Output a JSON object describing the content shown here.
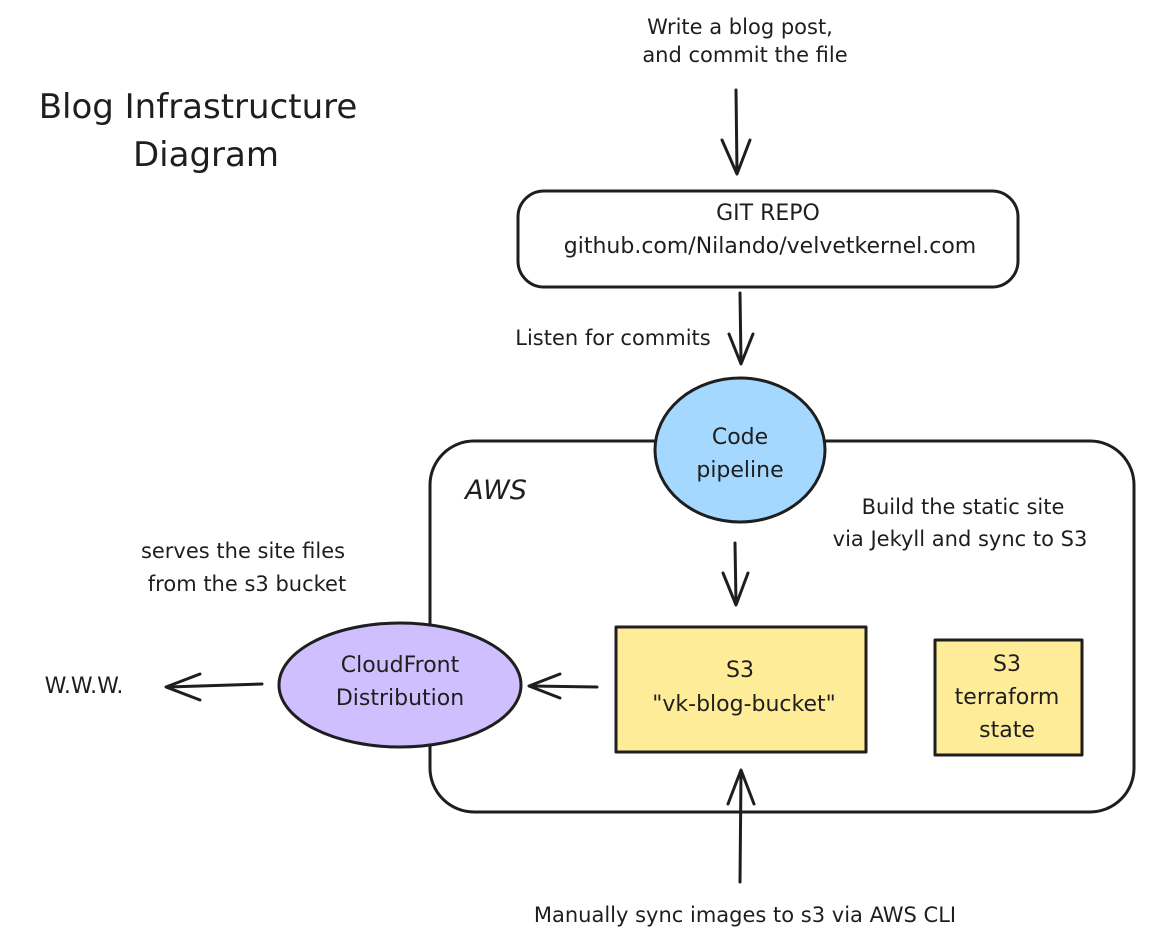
{
  "diagram": {
    "title_line1": "Blog Infrastructure",
    "title_line2": "Diagram",
    "top_note_line1": "Write a blog post,",
    "top_note_line2": "and commit the file",
    "git_repo": {
      "line1": "GIT REPO",
      "line2": "github.com/Nilando/velvetkernel.com"
    },
    "listen_label": "Listen for commits",
    "code_pipeline": {
      "line1": "Code",
      "line2": "pipeline",
      "fill": "#a5d8ff"
    },
    "aws_label": "AWS",
    "build_note_line1": "Build the static site",
    "build_note_line2": "via Jekyll and sync to S3",
    "serves_note_line1": "serves the site files",
    "serves_note_line2": "from the s3 bucket",
    "s3_blog": {
      "line1": "S3",
      "line2": "\"vk-blog-bucket\"",
      "fill": "#ffec99"
    },
    "s3_terraform": {
      "line1": "S3",
      "line2": "terraform",
      "line3": "state",
      "fill": "#ffec99"
    },
    "cloudfront": {
      "line1": "CloudFront",
      "line2": "Distribution",
      "fill": "#d0bfff"
    },
    "www_label": "W.W.W.",
    "bottom_note": "Manually sync images to s3 via AWS CLI"
  }
}
